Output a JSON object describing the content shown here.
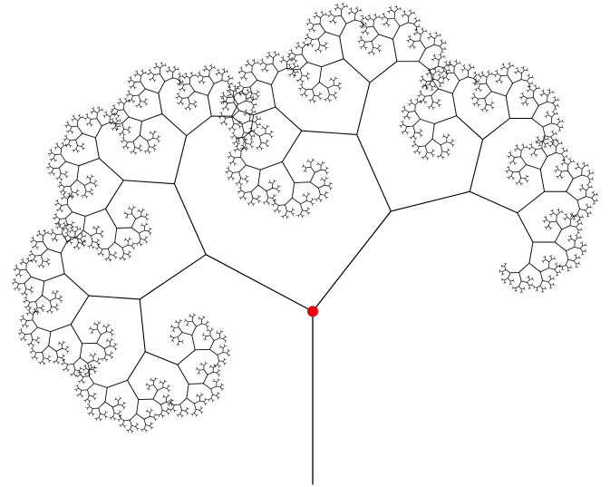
{
  "fractal": {
    "kind": "binary-branching-tree",
    "depth": 11,
    "branch_angles_deg": [
      -62,
      38
    ],
    "length_ratios": [
      0.66,
      0.64
    ],
    "colors": {
      "background": "#ffffff",
      "branch": "#000000",
      "root_node": "#e8000b"
    }
  }
}
